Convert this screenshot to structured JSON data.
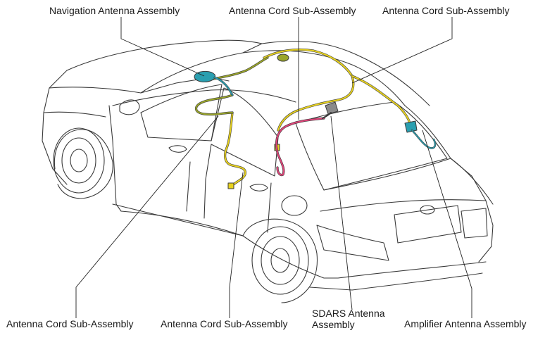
{
  "diagram": {
    "labels": {
      "navigation_antenna": "Navigation Antenna Assembly",
      "cord_top_center": "Antenna Cord Sub-Assembly",
      "cord_top_right": "Antenna Cord Sub-Assembly",
      "cord_bottom_left": "Antenna Cord Sub-Assembly",
      "cord_bottom_center": "Antenna Cord Sub-Assembly",
      "sdars_line1": "SDARS Antenna",
      "sdars_line2": "Assembly",
      "amplifier_antenna": "Amplifier Antenna Assembly"
    },
    "colors": {
      "outline": "#3a3a3a",
      "cord_yellow": "#e8d21e",
      "cord_olive": "#9aa52a",
      "cord_pink": "#e0457a",
      "antenna_cyan": "#2a9fb0",
      "leader": "#222222"
    }
  }
}
